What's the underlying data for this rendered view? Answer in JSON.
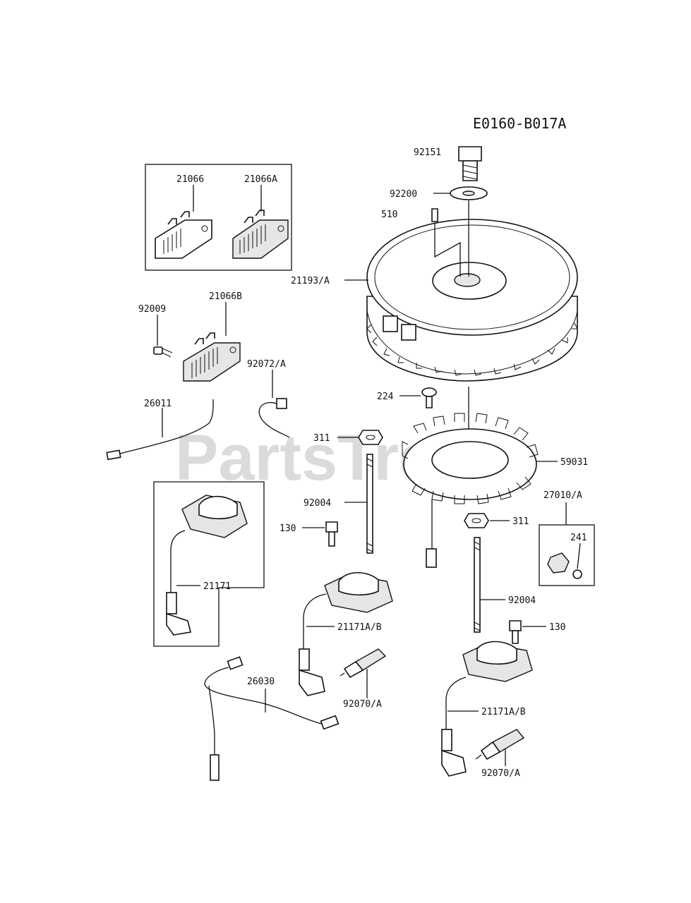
{
  "diagram_code": "E0160-B017A",
  "watermark": "PartsTree",
  "parts": {
    "p92151": "92151",
    "p92200": "92200",
    "p510": "510",
    "p21193": "21193/A",
    "p21066": "21066",
    "p21066A": "21066A",
    "p21066B": "21066B",
    "p92009": "92009",
    "p92072": "92072/A",
    "p26011": "26011",
    "p224": "224",
    "p311a": "311",
    "p59031": "59031",
    "p92004a": "92004",
    "p130a": "130",
    "p311b": "311",
    "p27010": "27010/A",
    "p241": "241",
    "p21171": "21171",
    "p92004b": "92004",
    "p130b": "130",
    "p21171AB_a": "21171A/B",
    "p26030": "26030",
    "p92070_a": "92070/A",
    "p21171AB_b": "21171A/B",
    "p92070_b": "92070/A"
  }
}
